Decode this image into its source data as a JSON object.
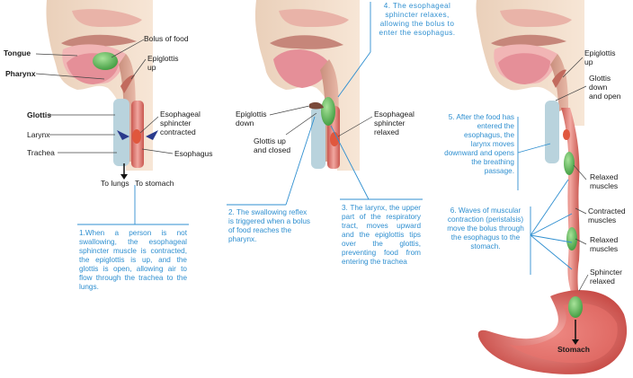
{
  "panel1": {
    "labels": {
      "tongue": "Tongue",
      "bolus": "Bolus of food",
      "pharynx": "Pharynx",
      "epiglottis_up": "Epiglottis\nup",
      "glottis": "Glottis",
      "esophageal_sphincter": "Esophageal\nsphincter\ncontracted",
      "larynx": "Larynx",
      "trachea": "Trachea",
      "esophagus": "Esophagus",
      "to_lungs": "To lungs",
      "to_stomach": "To stomach"
    },
    "caption": "1.When a person is not swallowing, the esophageal sphincter muscle is contracted, the epiglottis is up, and the glottis is open, allowing air to flow through the trachea to the lungs."
  },
  "panel2": {
    "labels": {
      "epiglottis_down": "Epiglottis\ndown",
      "glottis_up_closed": "Glottis up\nand closed",
      "esophageal_sphincter_relaxed": "Esophageal\nsphincter\nrelaxed"
    },
    "caption_2": "2. The swallowing reflex is triggered when a bolus of food reaches the pharynx.",
    "caption_3": "3. The larynx, the upper part of the respiratory tract, moves upward and the epiglottis tips over the glottis, preventing food from entering the trachea",
    "caption_4": "4. The esophageal sphincter relaxes, allowing the bolus to enter the esophagus."
  },
  "panel3": {
    "labels": {
      "epiglottis_up": "Epiglottis\nup",
      "glottis_down_open": "Glottis\ndown\nand open",
      "relaxed_muscles_1": "Relaxed\nmuscles",
      "contracted_muscles": "Contracted\nmuscles",
      "relaxed_muscles_2": "Relaxed\nmuscles",
      "sphincter_relaxed": "Sphincter\nrelaxed",
      "stomach": "Stomach"
    },
    "caption_5": "5. After the food has entered the esophagus, the larynx moves downward and opens the breathing passage.",
    "caption_6": "6. Waves of muscular contraction (peristalsis) move the bolus through the esophagus to the stomach."
  },
  "colors": {
    "caption_blue": "#2f8fd0",
    "skin": "#f3dcc6",
    "tissue": "#d8a592",
    "mucosa": "#e9a0a8",
    "bolus": "#5cb85c",
    "sphincter": "#e0573d",
    "airway": "#b9d3dd",
    "stomach": "#d9534f"
  }
}
